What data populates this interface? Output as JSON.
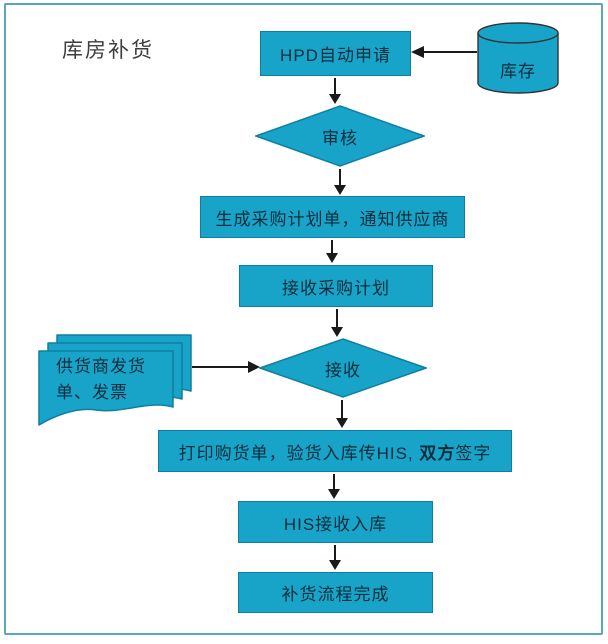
{
  "title": "库房补货",
  "colors": {
    "page_bg": "#ffffff",
    "frame_border": "#58a8bb",
    "shape_fill": "#18a4c8",
    "shape_border": "#0f7fa0",
    "cylinder_stroke": "#333333",
    "shape_text": "#0c2d3d",
    "arrow_color": "#1a1a1a",
    "title_color": "#3d3d3d"
  },
  "nodes": {
    "auto_request": {
      "type": "process",
      "label": "HPD自动申请"
    },
    "inventory_db": {
      "type": "database",
      "label": "库存"
    },
    "review": {
      "type": "decision",
      "label": "审核"
    },
    "create_plan": {
      "type": "process",
      "label": "生成采购计划单，通知供应商"
    },
    "receive_plan": {
      "type": "process",
      "label": "接收采购计划"
    },
    "supplier_docs": {
      "type": "documents",
      "label": "供货商发货单、发票"
    },
    "receive": {
      "type": "decision",
      "label": "接收"
    },
    "print_order": {
      "type": "process",
      "prefix": "打印购货单，验货入库传HIS, ",
      "bold": "双方",
      "suffix": "签字"
    },
    "his_receive": {
      "type": "process",
      "label": "HIS接收入库"
    },
    "complete": {
      "type": "process",
      "label": "补货流程完成"
    }
  }
}
